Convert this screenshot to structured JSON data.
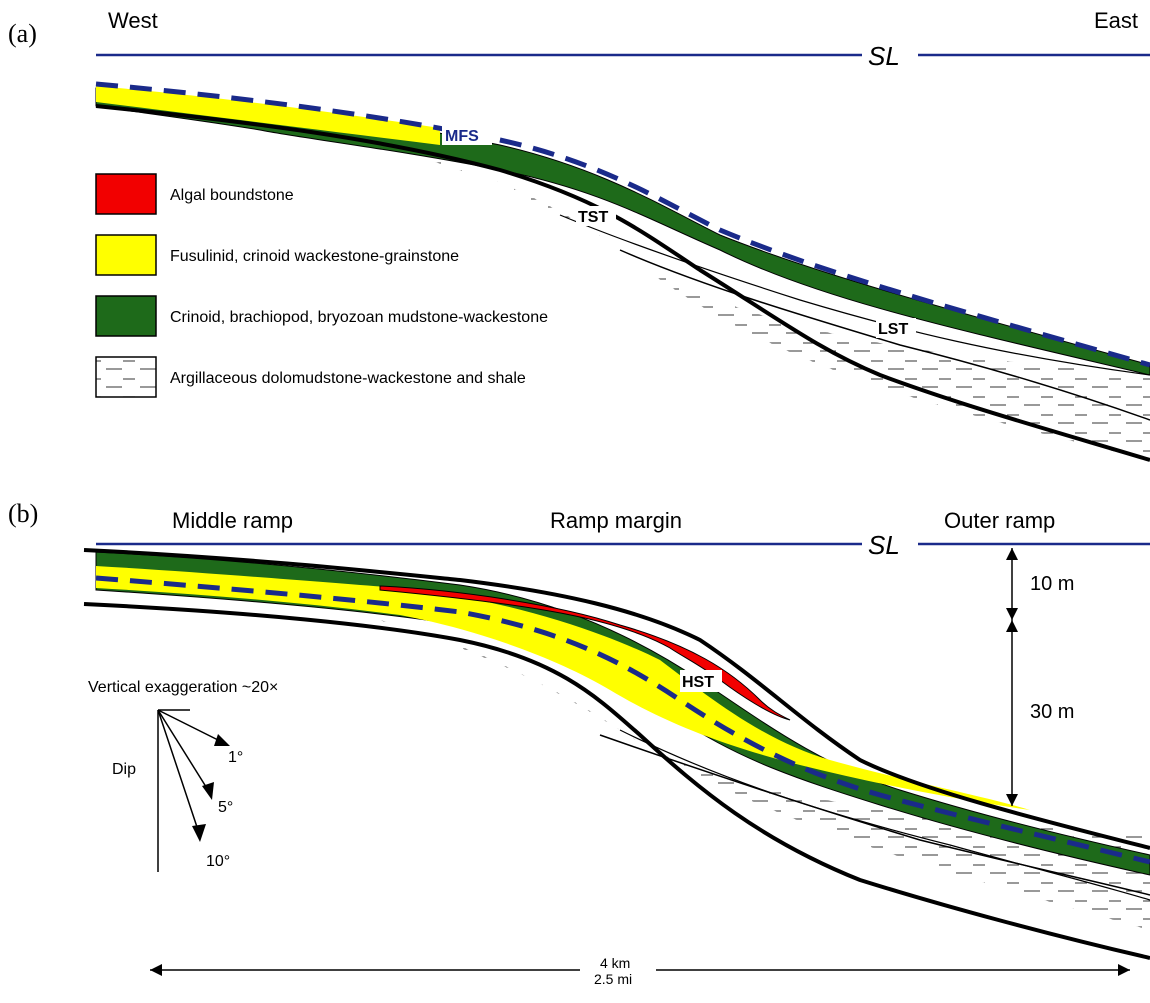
{
  "panel_a": {
    "label": "(a)",
    "west": "West",
    "east": "East",
    "sea_level": "SL",
    "mfs": "MFS",
    "tst": "TST",
    "lst": "LST"
  },
  "legend": {
    "items": [
      {
        "label": "Algal boundstone",
        "color": "#f20000"
      },
      {
        "label": "Fusulinid, crinoid wackestone-grainstone",
        "color": "#ffff00"
      },
      {
        "label": "Crinoid, brachiopod, bryozoan mudstone-wackestone",
        "color": "#1e6a1a"
      },
      {
        "label": "Argillaceous dolomudstone-wackestone and shale",
        "color": "#ffffff"
      }
    ]
  },
  "panel_b": {
    "label": "(b)",
    "middle_ramp": "Middle ramp",
    "ramp_margin": "Ramp margin",
    "outer_ramp": "Outer ramp",
    "sea_level": "SL",
    "hst": "HST",
    "scale_10": "10 m",
    "scale_30": "30 m",
    "vertical_exaggeration": "Vertical exaggeration ~20×",
    "dip_label": "Dip",
    "dip_1": "1°",
    "dip_5": "5°",
    "dip_10": "10°",
    "horiz_km": "4 km",
    "horiz_mi": "2.5 mi"
  },
  "colors": {
    "sea_level": "#1a2a8a",
    "mfs_dash": "#1a2a8a",
    "algal": "#f20000",
    "fusulinid": "#ffff00",
    "crinoid": "#1e6a1a"
  }
}
